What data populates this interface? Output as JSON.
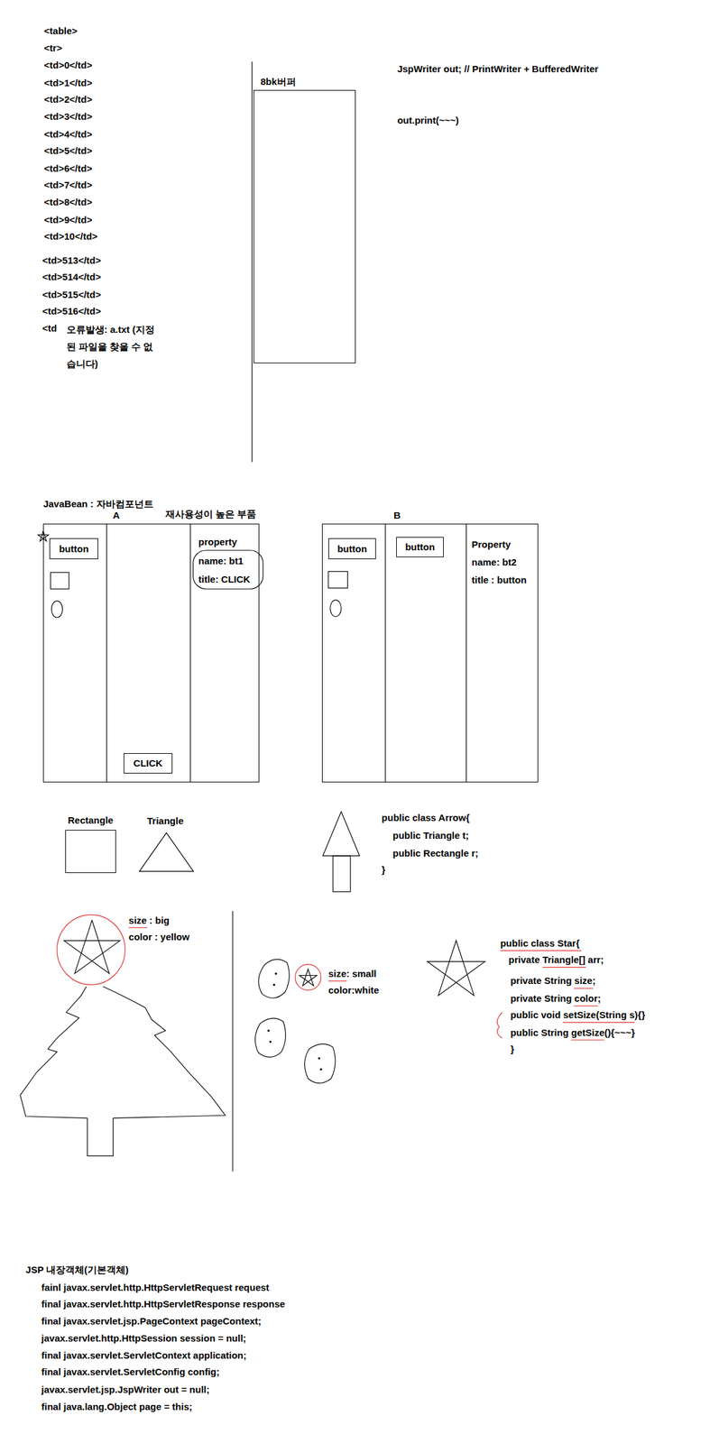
{
  "diagram": {
    "nodes": [
      {
        "text": [
          "8bk버퍼"
        ]
      },
      {
        "text": [
          "A",
          "property",
          "name: bt1",
          "title: CLICK"
        ]
      },
      {
        "text": [
          "button"
        ],
        "in": 1
      },
      {
        "text": [
          "CLICK"
        ],
        "in": 1
      },
      {
        "text": [
          "B",
          "Property",
          "name: bt2",
          "title : button"
        ]
      },
      {
        "text": [
          "button"
        ],
        "in": 4
      },
      {
        "text": [
          "button"
        ],
        "in": 4
      },
      {
        "text": [
          "Rectangle"
        ]
      },
      {
        "text": [
          "Triangle"
        ]
      }
    ],
    "labels": [
      "<table>",
      "<tr>",
      "<td>0</td>",
      "<td>1</td>",
      "<td>2</td>",
      "<td>3</td>",
      "<td>4</td>",
      "<td>5</td>",
      "<td>6</td>",
      "<td>7</td>",
      "<td>8</td>",
      "<td>9</td>",
      "<td>10</td>",
      "<td>513</td>",
      "<td>514</td>",
      "<td>515</td>",
      "<td>516</td>",
      "<td",
      "오류발생: a.txt (지정된 파일을 찾을 수 없습니다)",
      "JspWriter out; // PrintWriter + BufferedWriter",
      "out.print(~~~)",
      "JavaBean : 자바컴포넌트",
      "재사용성이 높은 부품",
      "public class Arrow{",
      "public Triangle t;",
      "public Rectangle r;",
      "}",
      "size : big",
      "color : yellow",
      "size: small",
      "color:white",
      "public class Star{",
      "private Triangle[] arr;",
      "private String size;",
      "private String color;",
      "public void setSize(String s){}",
      "public String getSize(){~~~}",
      "}",
      "JSP 내장객체(기본객체)",
      "fainl  javax.servlet.http.HttpServletRequest request",
      "final javax.servlet.http.HttpServletResponse response",
      "final javax.servlet.jsp.PageContext pageContext;",
      "javax.servlet.http.HttpSession session = null;",
      "final javax.servlet.ServletContext application;",
      "final javax.servlet.ServletConfig config;",
      "javax.servlet.jsp.JspWriter out = null;",
      "final java.lang.Object page = this;"
    ]
  }
}
